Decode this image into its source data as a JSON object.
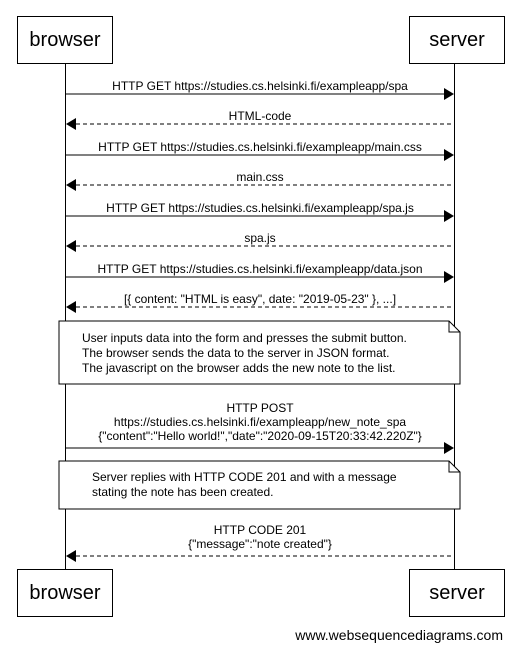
{
  "participants": {
    "browser": "browser",
    "server": "server"
  },
  "messages": [
    {
      "lines": [
        "HTTP GET https://studies.cs.helsinki.fi/exampleapp/spa"
      ],
      "direction": "right",
      "style": "solid"
    },
    {
      "lines": [
        "HTML-code"
      ],
      "direction": "left",
      "style": "dashed"
    },
    {
      "lines": [
        "HTTP GET https://studies.cs.helsinki.fi/exampleapp/main.css"
      ],
      "direction": "right",
      "style": "solid"
    },
    {
      "lines": [
        "main.css"
      ],
      "direction": "left",
      "style": "dashed"
    },
    {
      "lines": [
        "HTTP GET https://studies.cs.helsinki.fi/exampleapp/spa.js"
      ],
      "direction": "right",
      "style": "solid"
    },
    {
      "lines": [
        "spa.js"
      ],
      "direction": "left",
      "style": "dashed"
    },
    {
      "lines": [
        "HTTP GET https://studies.cs.helsinki.fi/exampleapp/data.json"
      ],
      "direction": "right",
      "style": "solid"
    },
    {
      "lines": [
        "[{ content: \"HTML is easy\", date: \"2019-05-23\" }, ...]"
      ],
      "direction": "left",
      "style": "dashed"
    },
    {
      "lines": [
        "HTTP POST",
        "https://studies.cs.helsinki.fi/exampleapp/new_note_spa",
        "{\"content\":\"Hello world!\",\"date\":\"2020-09-15T20:33:42.220Z\"}"
      ],
      "direction": "right",
      "style": "solid"
    },
    {
      "lines": [
        "HTTP CODE 201",
        "{\"message\":\"note created\"}"
      ],
      "direction": "left",
      "style": "dashed"
    }
  ],
  "notes": [
    {
      "lines": [
        "User inputs data into the form and presses the submit button.",
        "The browser sends the data to the server in JSON format.",
        "The javascript on the browser adds the new note to the list."
      ]
    },
    {
      "lines": [
        "Server replies with HTTP CODE 201 and with a message",
        "stating the note has been created."
      ]
    }
  ],
  "credit": "www.websequencediagrams.com"
}
